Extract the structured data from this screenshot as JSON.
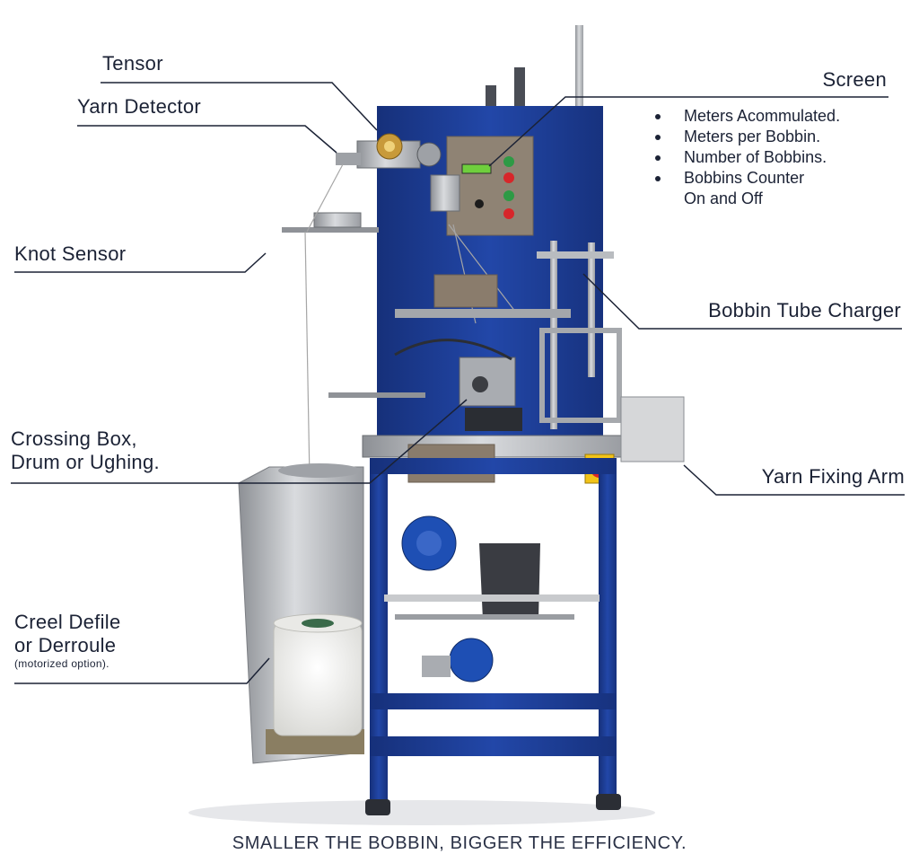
{
  "labels": {
    "tensor": "Tensor",
    "yarn_detector": "Yarn Detector",
    "knot_sensor": "Knot Sensor",
    "crossing_box_line1": "Crossing Box,",
    "crossing_box_line2": "Drum or Ughing.",
    "creel_line1": "Creel Defile",
    "creel_line2": "or Derroule",
    "creel_note": "(motorized option).",
    "screen": "Screen",
    "bobbin_tube_charger": "Bobbin Tube Charger",
    "yarn_fixing_arm": "Yarn Fixing Arm"
  },
  "screen_features": [
    "Meters Acommulated.",
    "Meters per Bobbin.",
    "Number of Bobbins.",
    "Bobbins Counter\nOn and Off"
  ],
  "tagline": "SMALLER THE BOBBIN, BIGGER THE EFFICIENCY.",
  "colors": {
    "frame_blue": "#1a3a8a",
    "label_text": "#1b2235",
    "leader_line": "#1b2235",
    "steel": "#b9bcc0",
    "button_red": "#d7262a",
    "button_green": "#2e9a45",
    "emergency_yellow": "#f2c318"
  }
}
